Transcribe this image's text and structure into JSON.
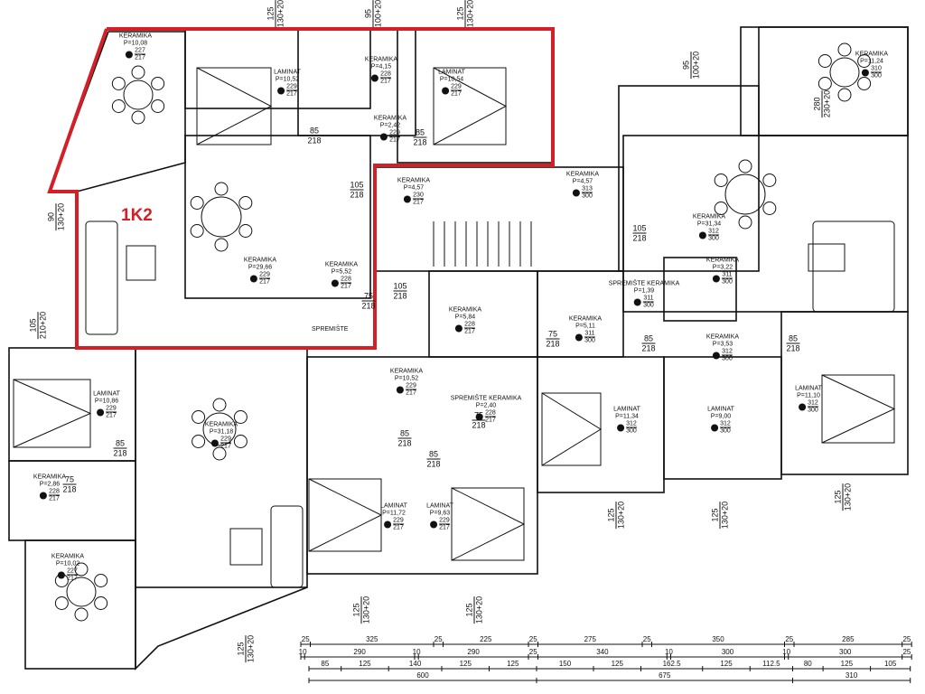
{
  "unit_label": "1K2",
  "highlight_color": "#d41f27",
  "storage_label": "SPREMIŠTE",
  "rooms": [
    {
      "material": "KERAMIKA",
      "area": "P=10,08",
      "h1": "227",
      "h2": "217"
    },
    {
      "material": "LAMINAT",
      "area": "P=10,52",
      "h1": "229",
      "h2": "217"
    },
    {
      "material": "KERAMIKA",
      "area": "P=4,15",
      "h1": "228",
      "h2": "217"
    },
    {
      "material": "LAMINAT",
      "area": "P=10,54",
      "h1": "229",
      "h2": "217"
    },
    {
      "material": "KERAMIKA",
      "area": "P=2,42",
      "h1": "229",
      "h2": "217"
    },
    {
      "material": "KERAMIKA",
      "area": "P=4,57",
      "h1": "230",
      "h2": "217"
    },
    {
      "material": "KERAMIKA",
      "area": "P=4,57",
      "h1": "313",
      "h2": "300"
    },
    {
      "material": "KERAMIKA",
      "area": "P=29,66",
      "h1": "229",
      "h2": "217"
    },
    {
      "material": "KERAMIKA",
      "area": "P=5,52",
      "h1": "228",
      "h2": "217"
    },
    {
      "material": "KERAMIKA",
      "area": "P=11,24",
      "h1": "310",
      "h2": "300"
    },
    {
      "material": "KERAMIKA",
      "area": "P=31,34",
      "h1": "312",
      "h2": "300"
    },
    {
      "material": "KERAMIKA",
      "area": "P=3,22",
      "h1": "311",
      "h2": "300"
    },
    {
      "material": "SPREMIŠTE KERAMIKA",
      "area": "P=1,39",
      "h1": "311",
      "h2": "300"
    },
    {
      "material": "KERAMIKA",
      "area": "P=5,84",
      "h1": "228",
      "h2": "217"
    },
    {
      "material": "KERAMIKA",
      "area": "P=5,11",
      "h1": "311",
      "h2": "300"
    },
    {
      "material": "KERAMIKA",
      "area": "P=3,53",
      "h1": "312",
      "h2": "300"
    },
    {
      "material": "KERAMIKA",
      "area": "P=10,52",
      "h1": "229",
      "h2": "217"
    },
    {
      "material": "SPREMIŠTE KERAMIKA",
      "area": "P=2,40",
      "h1": "228",
      "h2": "217"
    },
    {
      "material": "LAMINAT",
      "area": "P=10,86",
      "h1": "229",
      "h2": "217"
    },
    {
      "material": "KERAMIKA",
      "area": "P=31,18",
      "h1": "229",
      "h2": "217"
    },
    {
      "material": "KERAMIKA",
      "area": "P=2,86",
      "h1": "228",
      "h2": "217"
    },
    {
      "material": "LAMINAT",
      "area": "P=11,34",
      "h1": "312",
      "h2": "300"
    },
    {
      "material": "LAMINAT",
      "area": "P=9,00",
      "h1": "312",
      "h2": "300"
    },
    {
      "material": "LAMINAT",
      "area": "P=11,10",
      "h1": "312",
      "h2": "300"
    },
    {
      "material": "LAMINAT",
      "area": "P=11,72",
      "h1": "229",
      "h2": "217"
    },
    {
      "material": "LAMINAT",
      "area": "P=9,63",
      "h1": "229",
      "h2": "217"
    },
    {
      "material": "KERAMIKA",
      "area": "P=10,02",
      "h1": "227",
      "h2": "217"
    }
  ],
  "doors": [
    {
      "w": "85",
      "h": "218"
    },
    {
      "w": "85",
      "h": "218"
    },
    {
      "w": "105",
      "h": "218"
    },
    {
      "w": "105",
      "h": "218"
    },
    {
      "w": "75",
      "h": "218"
    },
    {
      "w": "105",
      "h": "218"
    },
    {
      "w": "85",
      "h": "218"
    },
    {
      "w": "85",
      "h": "218"
    },
    {
      "w": "85",
      "h": "218"
    },
    {
      "w": "75",
      "h": "218"
    },
    {
      "w": "85",
      "h": "218"
    },
    {
      "w": "75",
      "h": "218"
    },
    {
      "w": "75",
      "h": "218"
    },
    {
      "w": "85",
      "h": "218"
    }
  ],
  "windows": [
    {
      "w": "125",
      "h": "130+20"
    },
    {
      "w": "95",
      "h": "100+20"
    },
    {
      "w": "125",
      "h": "130+20"
    },
    {
      "w": "95",
      "h": "100+20"
    },
    {
      "w": "280",
      "h": "230+20"
    },
    {
      "w": "90",
      "h": "130+20"
    },
    {
      "w": "105",
      "h": "210+20"
    },
    {
      "w": "125",
      "h": "130+20"
    },
    {
      "w": "125",
      "h": "130+20"
    },
    {
      "w": "125",
      "h": "130+20"
    },
    {
      "w": "125",
      "h": "130+20"
    },
    {
      "w": "125",
      "h": "130+20"
    },
    {
      "w": "125",
      "h": "130+20"
    }
  ],
  "dimensions": {
    "row1": [
      25,
      325,
      25,
      225,
      25,
      275,
      25,
      350,
      25,
      285,
      25
    ],
    "row2": [
      10,
      290,
      10,
      290,
      25,
      340,
      10,
      300,
      10,
      300,
      25
    ],
    "row3": [
      85,
      125,
      140,
      125,
      125,
      150,
      125,
      162.5,
      125,
      112.5,
      80,
      125,
      105
    ],
    "row4": [
      600,
      675,
      310
    ]
  }
}
